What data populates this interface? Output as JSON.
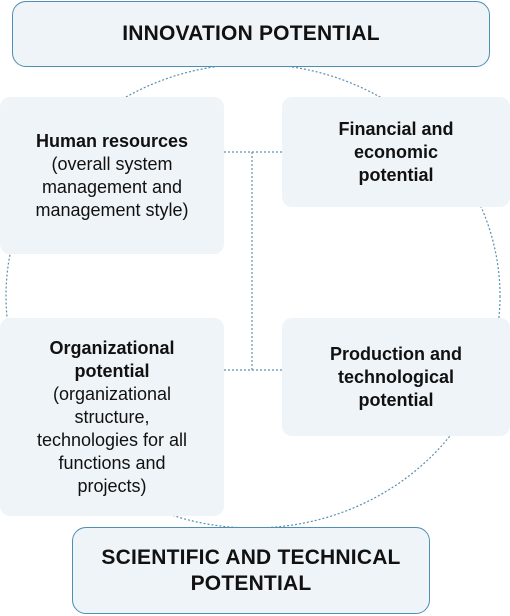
{
  "diagram": {
    "top_title": "INNOVATION POTENTIAL",
    "bottom_title": "SCIENTIFIC AND TECHNICAL POTENTIAL",
    "human_resources": {
      "heading": "Human resources",
      "detail": "(overall system management and management style)"
    },
    "financial": {
      "heading": "Financial and economic potential"
    },
    "organizational": {
      "heading": "Organizational potential",
      "detail": "(organizational structure, technologies for all functions and projects)"
    },
    "production": {
      "heading": "Production and technological potential"
    },
    "colors": {
      "box_fill": "#eef4f8",
      "title_border": "#4f8db3",
      "connector": "#5a8fb0"
    }
  }
}
